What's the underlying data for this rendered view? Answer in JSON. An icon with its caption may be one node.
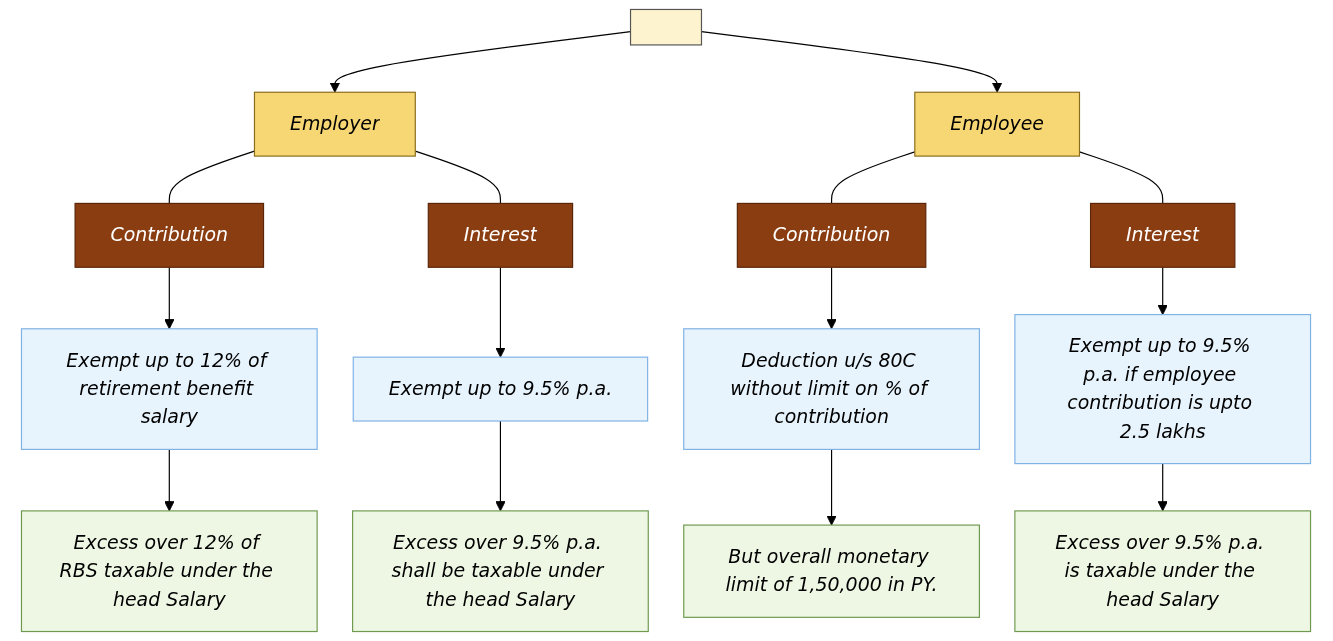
{
  "diagram": {
    "nodes": [
      {
        "text": [],
        "shape": "box"
      },
      {
        "text": [
          "Employer"
        ]
      },
      {
        "text": [
          "Employee"
        ]
      },
      {
        "text": [
          "Contribution"
        ]
      },
      {
        "text": [
          "Interest"
        ]
      },
      {
        "text": [
          "Exempt up to 12% of retirement benefit salary"
        ]
      },
      {
        "text": [
          "Excess over 12% of RBS taxable under the head Salary"
        ]
      },
      {
        "text": [
          "Exempt up to 9.5% p.a."
        ]
      },
      {
        "text": [
          "Excess over 9.5% p.a. shall be taxable under the head Salary"
        ]
      },
      {
        "text": [
          "Contribution"
        ]
      },
      {
        "text": [
          "Interest"
        ]
      },
      {
        "text": [
          "Deduction u/s 80C without limit on % of contribution"
        ]
      },
      {
        "text": [
          "But overall monetary limit of 1,50,000 in PY."
        ]
      },
      {
        "text": [
          "Exempt up to 9.5% p.a. if employee contribution is upto 2.5 lakhs"
        ]
      },
      {
        "text": [
          "Excess over 9.5% p.a. is taxable under the head Salary"
        ]
      }
    ],
    "edges": [
      {
        "from": 0,
        "to": 1,
        "arrow": "to"
      },
      {
        "from": 0,
        "to": 2,
        "arrow": "to"
      },
      {
        "from": 1,
        "to": 3,
        "arrow": "none"
      },
      {
        "from": 1,
        "to": 4,
        "arrow": "none"
      },
      {
        "from": 2,
        "to": 9,
        "arrow": "none"
      },
      {
        "from": 2,
        "to": 10,
        "arrow": "none"
      },
      {
        "from": 3,
        "to": 5,
        "arrow": "to"
      },
      {
        "from": 5,
        "to": 6,
        "arrow": "to"
      },
      {
        "from": 4,
        "to": 7,
        "arrow": "to"
      },
      {
        "from": 7,
        "to": 8,
        "arrow": "to"
      },
      {
        "from": 9,
        "to": 11,
        "arrow": "to"
      },
      {
        "from": 11,
        "to": 12,
        "arrow": "to"
      },
      {
        "from": 10,
        "to": 13,
        "arrow": "to"
      },
      {
        "from": 13,
        "to": 14,
        "arrow": "to"
      }
    ]
  }
}
